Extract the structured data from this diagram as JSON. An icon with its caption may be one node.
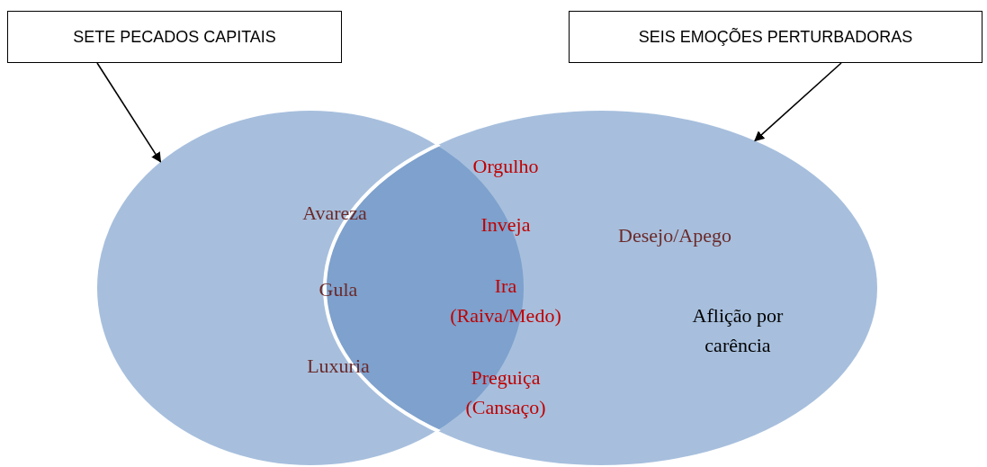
{
  "diagram": {
    "nodes": [
      {
        "text": [
          "SETE PECADOS CAPITAIS"
        ]
      },
      {
        "text": [
          "SEIS EMOÇÕES PERTURBADORAS"
        ]
      },
      {
        "text": [],
        "shape": "ellipse"
      },
      {
        "text": [],
        "shape": "ellipse"
      }
    ],
    "edges": [
      {
        "from": 0,
        "to": 2,
        "arrow": "to"
      },
      {
        "from": 1,
        "to": 3,
        "arrow": "to"
      }
    ],
    "labels": [
      "Orgulho",
      "Avareza",
      "Inveja",
      "Desejo/Apego",
      "Gula",
      "Ira (Raiva/Medo)",
      "Aflição por carência",
      "Luxuria",
      "Preguiça (Cansaço)"
    ]
  }
}
